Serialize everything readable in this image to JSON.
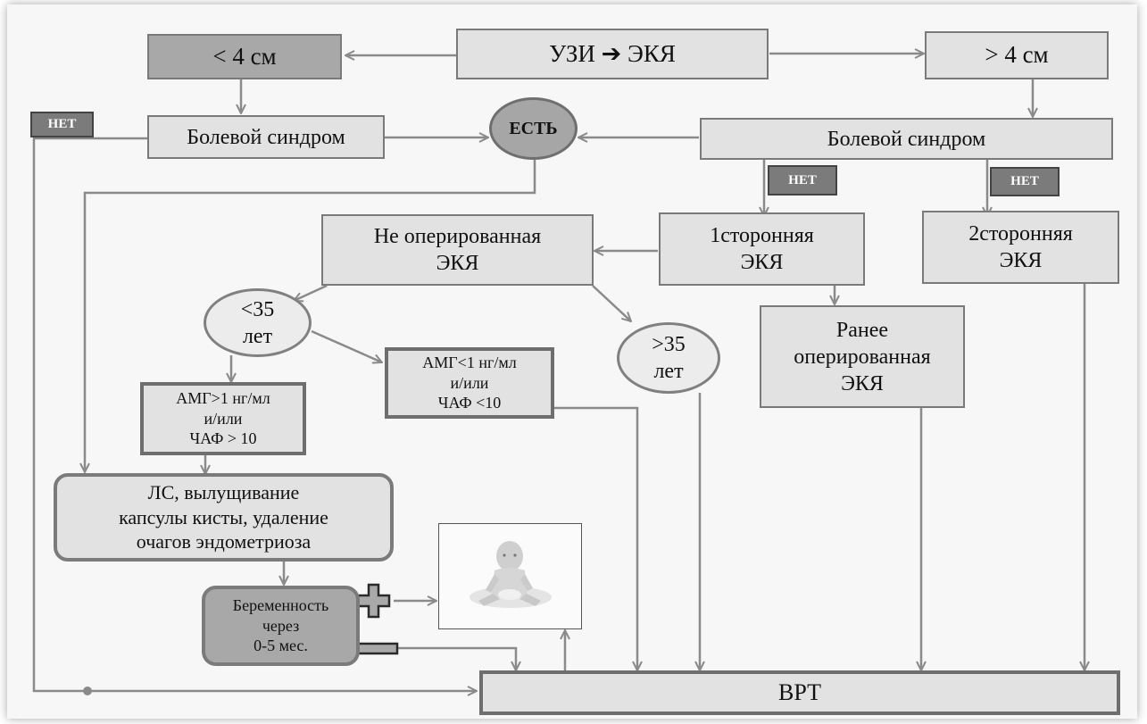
{
  "diagram": {
    "top": "УЗИ ➔ ЭКЯ",
    "lt4": "< 4 см",
    "gt4": "> 4 см",
    "pain_left": "Болевой синдром",
    "pain_right": "Болевой синдром",
    "est": "ЕСТЬ",
    "net_left": "НЕТ",
    "net_mid": "НЕТ",
    "net_right": "НЕТ",
    "unoperated": [
      "Не оперированная",
      "ЭКЯ"
    ],
    "one_sided": [
      "1сторонняя",
      "ЭКЯ"
    ],
    "two_sided": [
      "2сторонняя",
      "ЭКЯ"
    ],
    "previously_operated": [
      "Ранее",
      "оперированная",
      "ЭКЯ"
    ],
    "age_lt35": [
      "<35",
      "лет"
    ],
    "age_gt35": [
      ">35",
      "лет"
    ],
    "amh_high": [
      "АМГ>1 нг/мл",
      "и/или",
      "ЧАФ > 10"
    ],
    "amh_low": [
      "АМГ<1 нг/мл",
      "и/или",
      "ЧАФ <10"
    ],
    "surgery": [
      "ЛС, вылущивание",
      "капсулы кисты, удаление",
      "очагов эндометриоза"
    ],
    "pregnancy": [
      "Беременность",
      "через",
      "0-5 мес."
    ],
    "vrt": "ВРТ"
  }
}
